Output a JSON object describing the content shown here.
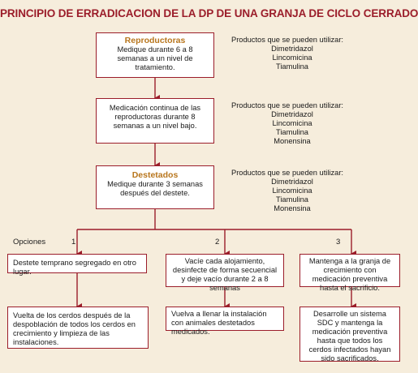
{
  "title": "PRINCIPIO DE ERRADICACION DE LA DP DE UNA GRANJA DE CICLO CERRADO",
  "colors": {
    "accent": "#9b1d2a",
    "heading": "#b8761d",
    "background": "#f6eddc"
  },
  "steps": [
    {
      "heading": "Reproductoras",
      "text": "Medique durante 6 a 8 semanas a un nivel de tratamiento.",
      "products_title": "Productos que se pueden utilizar:",
      "products": [
        "Dimetridazol",
        "Lincomicina",
        "Tiamulina"
      ]
    },
    {
      "heading": "",
      "text": "Medicación continua de las reproductoras durante 8 semanas a un nivel bajo.",
      "products_title": "Productos que se pueden utilizar:",
      "products": [
        "Dimetridazol",
        "Lincomicina",
        "Tiamulina",
        "Monensina"
      ]
    },
    {
      "heading": "Destetados",
      "text": "Medique durante 3 semanas después del destete.",
      "products_title": "Productos que se pueden utilizar:",
      "products": [
        "Dimetridazol",
        "Lincomicina",
        "Tiamulina",
        "Monensina"
      ]
    }
  ],
  "options_label": "Opciones",
  "options": [
    {
      "number": "1",
      "first": "Destete temprano segregado en otro lugar.",
      "second": "Vuelta de los cerdos después de la despoblación de todos los cerdos en crecimiento y limpieza de las instalaciones."
    },
    {
      "number": "2",
      "first": "Vacíe cada alojamiento, desinfecte de forma secuencial y deje vacío durante 2 a 8 semanas",
      "second": "Vuelva a llenar la instalación con animales destetados medicados."
    },
    {
      "number": "3",
      "first": "Mantenga a la granja de crecimiento con medicación preventiva hasta el sacrificio.",
      "second": "Desarrolle un sistema SDC y mantenga la medicación preventiva hasta que todos los cerdos infectados hayan sido sacrificados."
    }
  ]
}
